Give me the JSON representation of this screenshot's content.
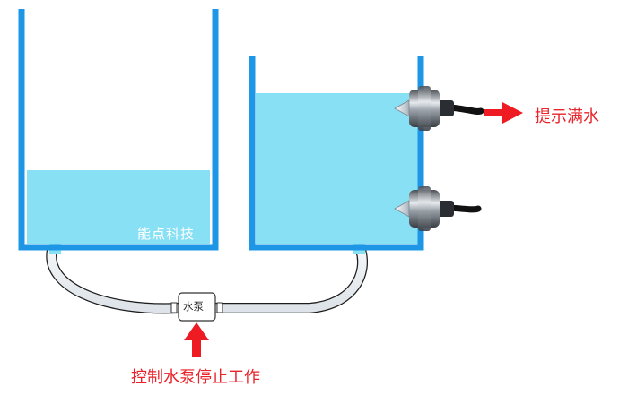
{
  "labels": {
    "full_water_indicator": "提示满水",
    "pump_stop_control": "控制水泵停止工作",
    "pump": "水泵",
    "watermark": "能点科技"
  },
  "colors": {
    "tank_wall": "#1e96e6",
    "water": "#88e0f5",
    "arrow": "#ee1b22",
    "label_text": "#e8232a"
  }
}
